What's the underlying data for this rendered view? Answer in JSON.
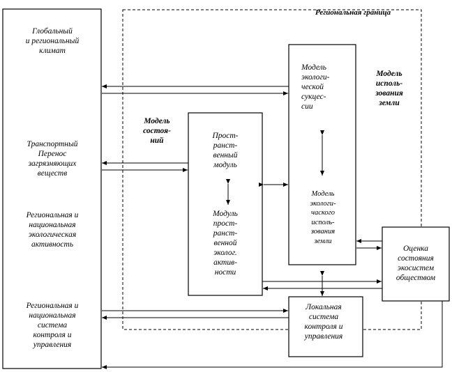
{
  "boundary_label": "Региональная граница",
  "left_column": {
    "global_climate": "Глобальный\nи региональный\nклимат",
    "transport": "Транспортный\nПеренос\nзагрязняющих\nвеществ",
    "eco_activity": "Региональная и\nнациональная\nэкологическая\nактивность",
    "control_system": "Региональная и\nнациональная\nсистема\nконтроля и\nуправления"
  },
  "state_model_label": "Модель\nсостоя-\nний",
  "land_use_model_label": "Модель\nисполь-\nзования\nземли",
  "spatial_module": {
    "top": "Прост-\nранст-\nвенный\nмодуль",
    "bottom": "Модуль\nпрост-\nранст-\nвенной\nэколог.\nактив-\nности"
  },
  "succession_model": {
    "top": "Модель\nэкологи-\nческой\nсукцес-\nсии",
    "bottom": "Модель\nэкологи-\nчаского\nисполь-\nзования\nземли"
  },
  "local_control": "Локальная\nсистема\nконтроля и\nуправления",
  "assessment": "Оценка\nсостояния\nэкосистем\nобществом"
}
